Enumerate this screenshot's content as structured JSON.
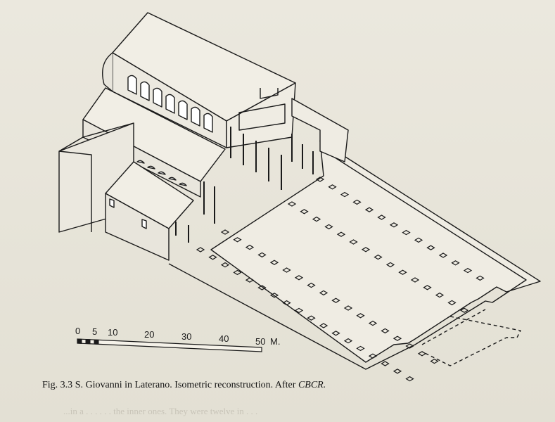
{
  "figure": {
    "caption_number": "Fig. 3.3",
    "caption_text": "S. Giovanni in Laterano. Isometric reconstruction. After ",
    "caption_source": "CBCR."
  },
  "scale_bar": {
    "ticks": [
      "0",
      "5",
      "10",
      "20",
      "30",
      "40",
      "50"
    ],
    "unit": "M."
  },
  "bleed_through_text": "...in a . . . . . . the inner ones. They were twelve in . . ."
}
